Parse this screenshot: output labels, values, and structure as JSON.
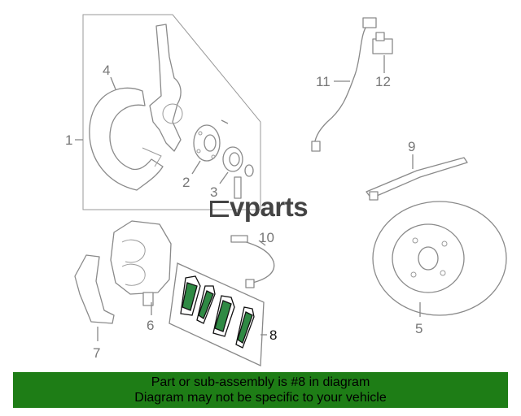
{
  "watermark": {
    "text": "vparts"
  },
  "callouts": {
    "c1": "1",
    "c2": "2",
    "c3": "3",
    "c4": "4",
    "c5": "5",
    "c6": "6",
    "c7": "7",
    "c8": "8",
    "c9": "9",
    "c10": "10",
    "c11": "11",
    "c12": "12"
  },
  "footer": {
    "line1": "Part or sub-assembly is #8 in diagram",
    "line2": "Diagram may not be specific to your vehicle"
  },
  "colors": {
    "highlight": "#2f8a44",
    "banner": "#1e7d16"
  }
}
